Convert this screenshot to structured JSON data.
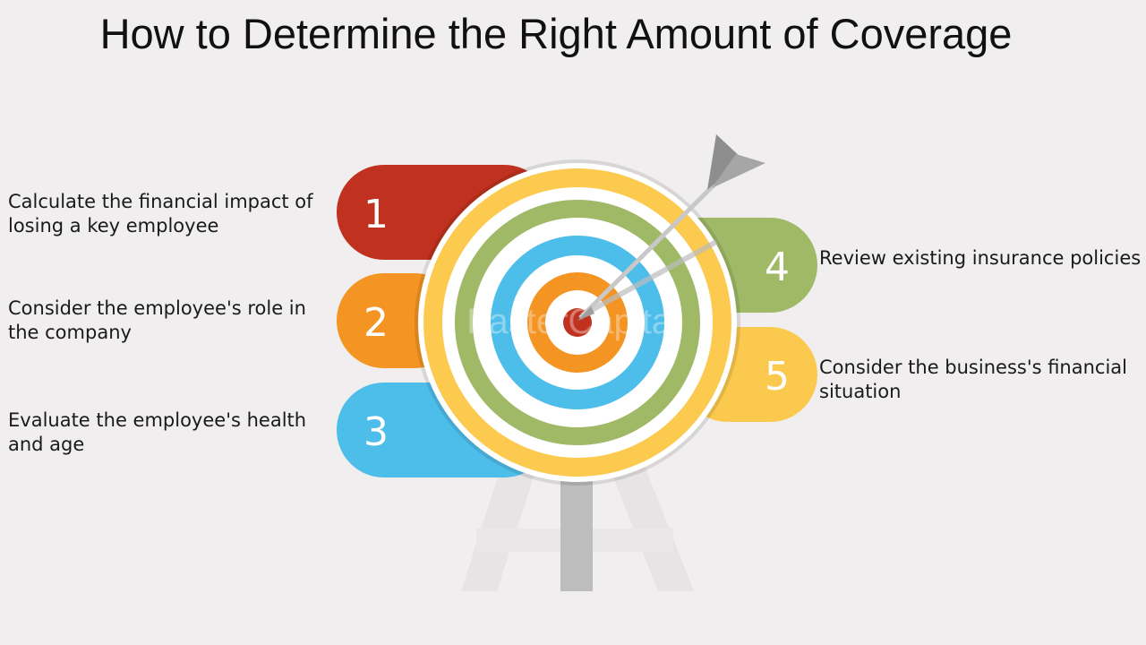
{
  "title": "How to Determine the Right Amount of Coverage",
  "steps": [
    {
      "number": "1",
      "text": "Calculate the financial impact of losing a key employee",
      "color": "#c0321f"
    },
    {
      "number": "2",
      "text": "Consider the employee's role in the company",
      "color": "#f39423"
    },
    {
      "number": "3",
      "text": "Evaluate the employee's health and age",
      "color": "#4dbde9"
    },
    {
      "number": "4",
      "text": "Review existing insurance policies",
      "color": "#9fb967"
    },
    {
      "number": "5",
      "text": "Consider the business's financial situation",
      "color": "#fbc94e"
    }
  ],
  "target_colors": {
    "outer": "#fcca4e",
    "green": "#9fb967",
    "blue": "#4dbde9",
    "orange": "#f39423",
    "center": "#c0321f"
  },
  "watermark": "FasterCapital"
}
